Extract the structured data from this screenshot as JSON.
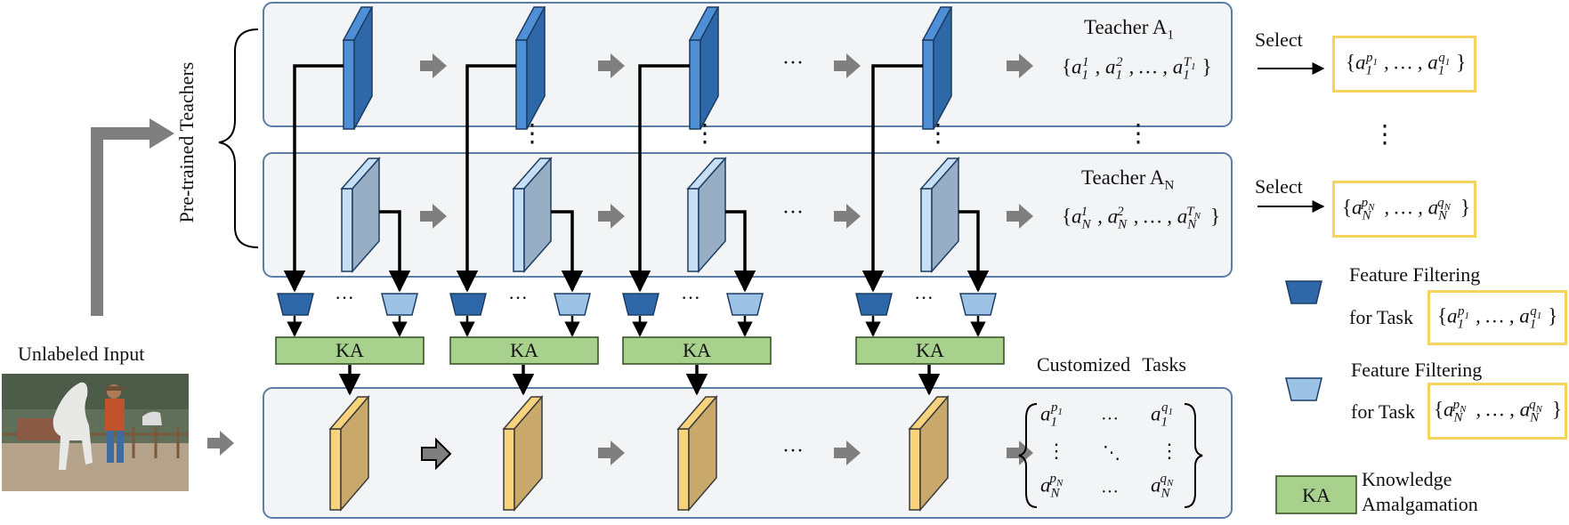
{
  "input_label": "Unlabeled Input",
  "pretrained_label": "Pre-trained Teachers",
  "teacher_first": {
    "name": "Teacher A",
    "sub": "1"
  },
  "teacher_last": {
    "name": "Teacher A",
    "sub": "N"
  },
  "select_label": "Select",
  "ka_label": "KA",
  "customized_tasks_label": "Customized Tasks",
  "ellipsis": "···",
  "vdots": "⋮",
  "legend": {
    "feature_filtering": "Feature Filtering",
    "for_task": "for Task",
    "ka_box": "KA",
    "knowledge": "Knowledge",
    "amalgamation": "Amalgamation"
  },
  "colors": {
    "teacher1_front": "#2f68a8",
    "teacher1_side": "#4f8fd6",
    "teacherN_front": "#98aec4",
    "teacherN_side": "#c7dff4",
    "student_front": "#c9a86b",
    "student_side": "#f6d37c",
    "ka_fill": "#a9d18e",
    "panel_fill": "#f3f4f5",
    "panel_stroke": "#5a7ea4",
    "highlight": "#f4d35e",
    "arrow_gray": "#7f7f7f"
  }
}
